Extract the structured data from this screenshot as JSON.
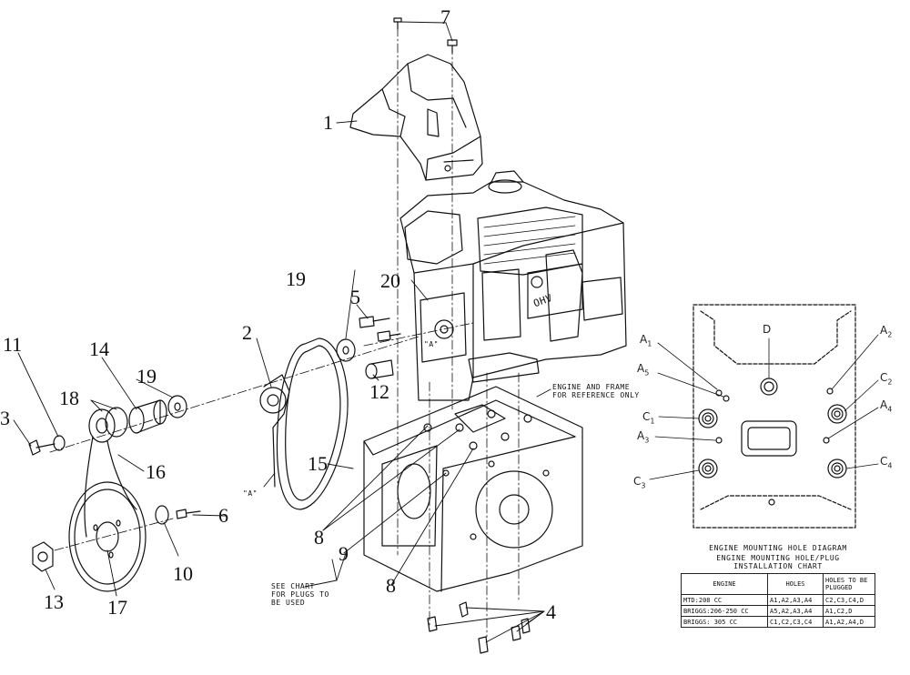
{
  "callouts": {
    "c1": "1",
    "c2": "2",
    "c3": "3",
    "c4": "4",
    "c5": "5",
    "c6": "6",
    "c7": "7",
    "c8a": "8",
    "c8b": "8",
    "c9": "9",
    "c10": "10",
    "c11": "11",
    "c12": "12",
    "c13": "13",
    "c14": "14",
    "c15": "15",
    "c16": "16",
    "c17": "17",
    "c18": "18",
    "c19a": "19",
    "c19b": "19",
    "c20": "20"
  },
  "notes": {
    "engine_frame": "ENGINE AND FRAME\nFOR REFERENCE ONLY",
    "see_chart": "SEE CHART\nFOR PLUGS TO\nBE USED",
    "ref_a1": "\"A\"",
    "ref_a2": "\"A\"",
    "engine_label": "OHV"
  },
  "hole_diagram": {
    "title": "ENGINE MOUNTING HOLE DIAGRAM",
    "chart_title_line1": "ENGINE MOUNTING HOLE/PLUG",
    "chart_title_line2": "INSTALLATION CHART",
    "labels": {
      "A1": "A1",
      "A2": "A2",
      "A3": "A3",
      "A4": "A4",
      "A5": "A5",
      "C1": "C1",
      "C2": "C2",
      "C3": "C3",
      "C4": "C4",
      "D": "D"
    }
  },
  "plug_chart": {
    "headers": [
      "ENGINE",
      "HOLES",
      "HOLES TO BE PLUGGED"
    ],
    "rows": [
      [
        "MTD:208 CC",
        "A1,A2,A3,A4",
        "C2,C3,C4,D"
      ],
      [
        "BRIGGS:206-250 CC",
        "A5,A2,A3,A4",
        "A1,C2,D"
      ],
      [
        "BRIGGS: 305 CC",
        "C1,C2,C3,C4",
        "A1,A2,A4,D"
      ]
    ]
  }
}
